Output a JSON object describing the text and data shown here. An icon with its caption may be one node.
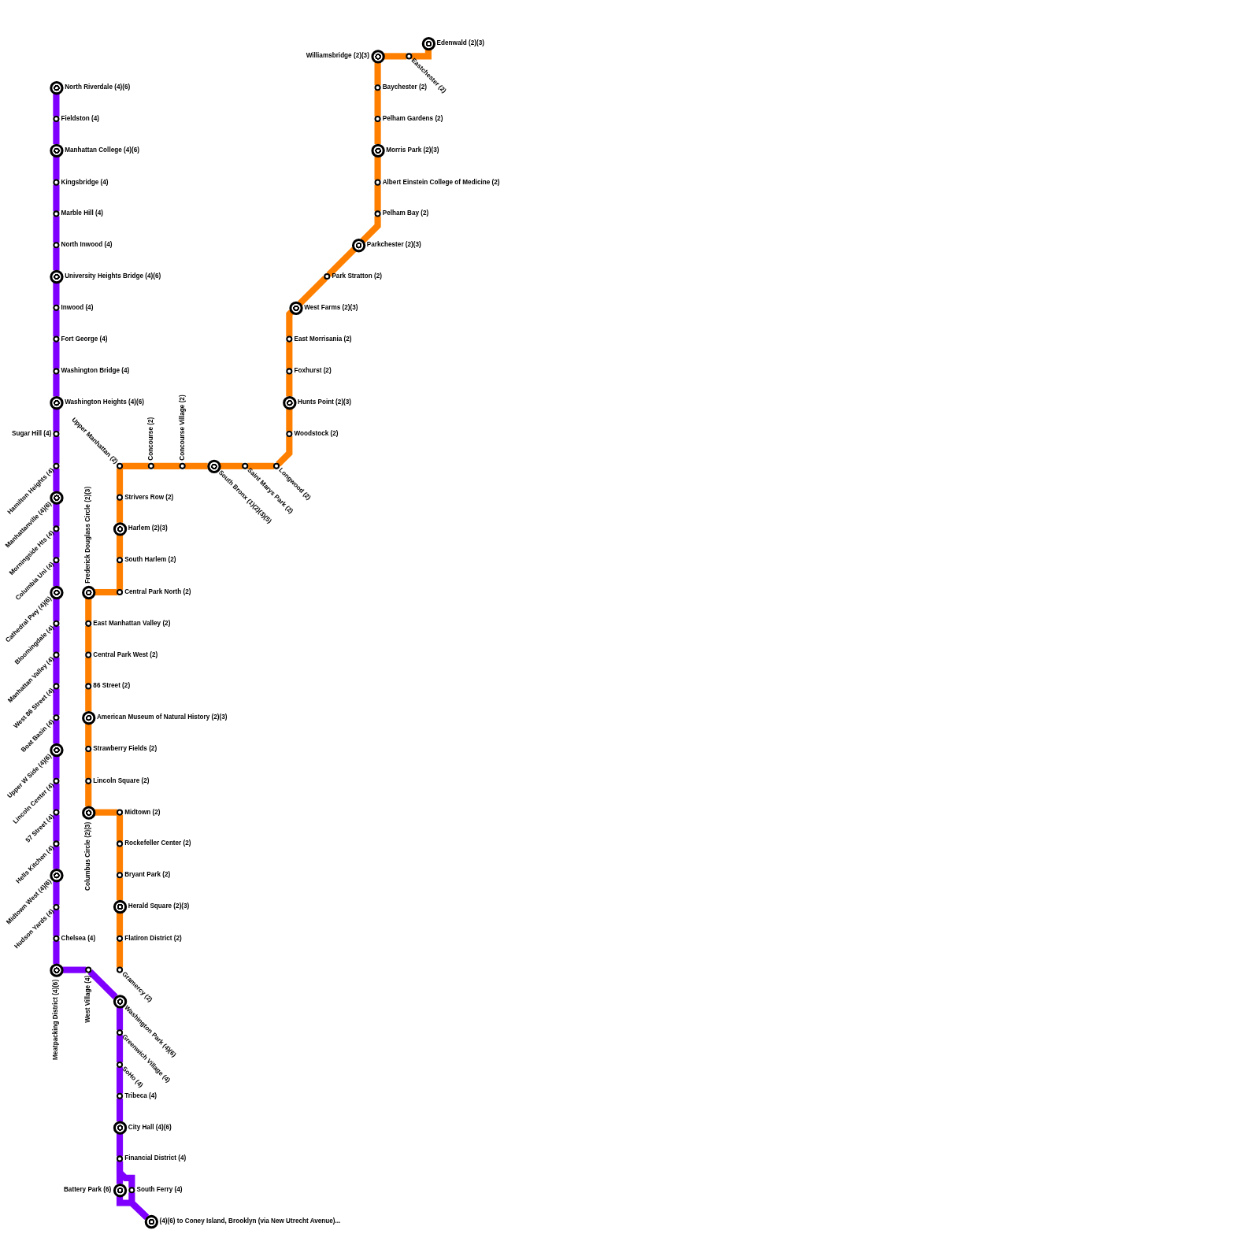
{
  "diagram": {
    "nodes": [
      {
        "text": [],
        "shape": "circle",
        "beside": [
          "North Riverdale (4)(6)"
        ]
      },
      {
        "text": [],
        "shape": "circle",
        "beside": [
          "Fieldston (4)"
        ]
      },
      {
        "text": [],
        "shape": "circle",
        "beside": [
          "Manhattan College (4)(6)"
        ]
      },
      {
        "text": [],
        "shape": "circle",
        "beside": [
          "Kingsbridge (4)"
        ]
      },
      {
        "text": [],
        "shape": "circle",
        "beside": [
          "Marble Hill (4)"
        ]
      },
      {
        "text": [],
        "shape": "circle",
        "beside": [
          "North Inwood (4)"
        ]
      },
      {
        "text": [],
        "shape": "circle",
        "beside": [
          "University Heights Bridge (4)(6)"
        ]
      },
      {
        "text": [],
        "shape": "circle",
        "beside": [
          "Inwood (4)"
        ]
      },
      {
        "text": [],
        "shape": "circle",
        "beside": [
          "Fort George (4)"
        ]
      },
      {
        "text": [],
        "shape": "circle",
        "beside": [
          "Washington Bridge (4)"
        ]
      },
      {
        "text": [],
        "shape": "circle",
        "beside": [
          "Washington Heights (4)(6)"
        ]
      },
      {
        "text": [],
        "shape": "circle",
        "beside": [
          "Sugar Hill (4)"
        ]
      },
      {
        "text": [],
        "shape": "circle",
        "beside": [
          "Hamilton Heights (4)"
        ]
      },
      {
        "text": [],
        "shape": "circle",
        "beside": [
          "Manhattanville (4)(6)"
        ]
      },
      {
        "text": [],
        "shape": "circle",
        "beside": [
          "Morningside Hts (4)"
        ]
      },
      {
        "text": [],
        "shape": "circle",
        "beside": [
          "Columbia Uni (4)"
        ]
      },
      {
        "text": [],
        "shape": "circle",
        "beside": [
          "Cathedral Pwy (4)(6)"
        ]
      },
      {
        "text": [],
        "shape": "circle",
        "beside": [
          "Bloomingdale (4)"
        ]
      },
      {
        "text": [],
        "shape": "circle",
        "beside": [
          "Manhattan Valley (4)"
        ]
      },
      {
        "text": [],
        "shape": "circle",
        "beside": [
          "West 86 Street (4)"
        ]
      },
      {
        "text": [],
        "shape": "circle",
        "beside": [
          "Boat Basin (4)"
        ]
      },
      {
        "text": [],
        "shape": "circle",
        "beside": [
          "Upper W Side (4)(6)"
        ]
      },
      {
        "text": [],
        "shape": "circle",
        "beside": [
          "Lincoln Center (4)"
        ]
      },
      {
        "text": [],
        "shape": "circle",
        "beside": [
          "57 Street (4)"
        ]
      },
      {
        "text": [],
        "shape": "circle",
        "beside": [
          "Hells Kitchen (4)"
        ]
      },
      {
        "text": [],
        "shape": "circle",
        "beside": [
          "Midtown West (4)(6)"
        ]
      },
      {
        "text": [],
        "shape": "circle",
        "beside": [
          "Hudson Yards (4)"
        ]
      },
      {
        "text": [],
        "shape": "circle",
        "beside": [
          "Chelsea (4)"
        ]
      },
      {
        "text": [],
        "shape": "circle",
        "beside": [
          "Meatpacking District (4)(6)"
        ]
      },
      {
        "text": [],
        "shape": "circle",
        "beside": [
          "West Village (4)"
        ]
      },
      {
        "text": [],
        "shape": "circle",
        "beside": [
          "Washington Park (4)(6)"
        ]
      },
      {
        "text": [],
        "shape": "circle",
        "beside": [
          "Greenwich Village (4)"
        ]
      },
      {
        "text": [],
        "shape": "circle",
        "beside": [
          "SoHo (4)"
        ]
      },
      {
        "text": [],
        "shape": "circle",
        "beside": [
          "Tribeca (4)"
        ]
      },
      {
        "text": [],
        "shape": "circle",
        "beside": [
          "City Hall (4)(6)"
        ]
      },
      {
        "text": [],
        "shape": "circle",
        "beside": [
          "Financial District (4)"
        ]
      },
      {
        "text": [],
        "shape": "circle",
        "beside": [
          "Battery Park (6)"
        ]
      },
      {
        "text": [],
        "shape": "circle",
        "beside": [
          "South Ferry (4)"
        ]
      },
      {
        "text": [],
        "shape": "circle",
        "beside": [
          "(4)(6) to Coney Island, Brooklyn (via New Utrecht Avenue)..."
        ]
      },
      {
        "text": [],
        "shape": "circle",
        "beside": [
          "Edenwald (2)(3)"
        ]
      },
      {
        "text": [],
        "shape": "circle",
        "beside": [
          "Eastchester (2)"
        ]
      },
      {
        "text": [],
        "shape": "circle",
        "beside": [
          "Williamsbridge (2)(3)"
        ]
      },
      {
        "text": [],
        "shape": "circle",
        "beside": [
          "Baychester (2)"
        ]
      },
      {
        "text": [],
        "shape": "circle",
        "beside": [
          "Pelham Gardens (2)"
        ]
      },
      {
        "text": [],
        "shape": "circle",
        "beside": [
          "Morris Park (2)(3)"
        ]
      },
      {
        "text": [],
        "shape": "circle",
        "beside": [
          "Albert Einstein College of Medicine (2)"
        ]
      },
      {
        "text": [],
        "shape": "circle",
        "beside": [
          "Pelham Bay (2)"
        ]
      },
      {
        "text": [],
        "shape": "circle",
        "beside": [
          "Parkchester (2)(3)"
        ]
      },
      {
        "text": [],
        "shape": "circle",
        "beside": [
          "Park Stratton (2)"
        ]
      },
      {
        "text": [],
        "shape": "circle",
        "beside": [
          "West Farms (2)(3)"
        ]
      },
      {
        "text": [],
        "shape": "circle",
        "beside": [
          "East Morrisania (2)"
        ]
      },
      {
        "text": [],
        "shape": "circle",
        "beside": [
          "Foxhurst (2)"
        ]
      },
      {
        "text": [],
        "shape": "circle",
        "beside": [
          "Hunts Point (2)(3)"
        ]
      },
      {
        "text": [],
        "shape": "circle",
        "beside": [
          "Woodstock (2)"
        ]
      },
      {
        "text": [],
        "shape": "circle",
        "beside": [
          "Longwood (2)"
        ]
      },
      {
        "text": [],
        "shape": "circle",
        "beside": [
          "Saint Marys Park (2)"
        ]
      },
      {
        "text": [],
        "shape": "circle",
        "beside": [
          "South Bronx (1)(2)(3)(5)"
        ]
      },
      {
        "text": [],
        "shape": "circle",
        "beside": [
          "Concourse Village (2)"
        ]
      },
      {
        "text": [],
        "shape": "circle",
        "beside": [
          "Concourse (2)"
        ]
      },
      {
        "text": [],
        "shape": "circle",
        "beside": [
          "Upper Manhattan (2)"
        ]
      },
      {
        "text": [],
        "shape": "circle",
        "beside": [
          "Strivers Row (2)"
        ]
      },
      {
        "text": [],
        "shape": "circle",
        "beside": [
          "Harlem (2)(3)"
        ]
      },
      {
        "text": [],
        "shape": "circle",
        "beside": [
          "South Harlem (2)"
        ]
      },
      {
        "text": [],
        "shape": "circle",
        "beside": [
          "Central Park North (2)"
        ]
      },
      {
        "text": [],
        "shape": "circle",
        "beside": [
          "Frederick Douglass Circle (2)(3)"
        ]
      },
      {
        "text": [],
        "shape": "circle",
        "beside": [
          "East Manhattan Valley (2)"
        ]
      },
      {
        "text": [],
        "shape": "circle",
        "beside": [
          "Central Park West (2)"
        ]
      },
      {
        "text": [],
        "shape": "circle",
        "beside": [
          "86 Street (2)"
        ]
      },
      {
        "text": [],
        "shape": "circle",
        "beside": [
          "American Museum of Natural History (2)(3)"
        ]
      },
      {
        "text": [],
        "shape": "circle",
        "beside": [
          "Strawberry Fields (2)"
        ]
      },
      {
        "text": [],
        "shape": "circle",
        "beside": [
          "Lincoln Square (2)"
        ]
      },
      {
        "text": [],
        "shape": "circle",
        "beside": [
          "Columbus Circle (2)(3)"
        ]
      },
      {
        "text": [],
        "shape": "circle",
        "beside": [
          "Midtown (2)"
        ]
      },
      {
        "text": [],
        "shape": "circle",
        "beside": [
          "Rockefeller Center (2)"
        ]
      },
      {
        "text": [],
        "shape": "circle",
        "beside": [
          "Bryant Park (2)"
        ]
      },
      {
        "text": [],
        "shape": "circle",
        "beside": [
          "Herald Square (2)(3)"
        ]
      },
      {
        "text": [],
        "shape": "circle",
        "beside": [
          "Flatiron District (2)"
        ]
      },
      {
        "text": [],
        "shape": "circle",
        "beside": [
          "Gramercy (2)"
        ]
      }
    ],
    "edges": [
      {
        "from": 0,
        "to": 1,
        "arrow": "none"
      },
      {
        "from": 1,
        "to": 2,
        "arrow": "none"
      },
      {
        "from": 2,
        "to": 3,
        "arrow": "none"
      },
      {
        "from": 3,
        "to": 4,
        "arrow": "none"
      },
      {
        "from": 4,
        "to": 5,
        "arrow": "none"
      },
      {
        "from": 5,
        "to": 6,
        "arrow": "none"
      },
      {
        "from": 6,
        "to": 7,
        "arrow": "none"
      },
      {
        "from": 7,
        "to": 8,
        "arrow": "none"
      },
      {
        "from": 8,
        "to": 9,
        "arrow": "none"
      },
      {
        "from": 9,
        "to": 10,
        "arrow": "none"
      },
      {
        "from": 10,
        "to": 11,
        "arrow": "none"
      },
      {
        "from": 11,
        "to": 12,
        "arrow": "none"
      },
      {
        "from": 12,
        "to": 13,
        "arrow": "none"
      },
      {
        "from": 13,
        "to": 14,
        "arrow": "none"
      },
      {
        "from": 14,
        "to": 15,
        "arrow": "none"
      },
      {
        "from": 15,
        "to": 16,
        "arrow": "none"
      },
      {
        "from": 16,
        "to": 17,
        "arrow": "none"
      },
      {
        "from": 17,
        "to": 18,
        "arrow": "none"
      },
      {
        "from": 18,
        "to": 19,
        "arrow": "none"
      },
      {
        "from": 19,
        "to": 20,
        "arrow": "none"
      },
      {
        "from": 20,
        "to": 21,
        "arrow": "none"
      },
      {
        "from": 21,
        "to": 22,
        "arrow": "none"
      },
      {
        "from": 22,
        "to": 23,
        "arrow": "none"
      },
      {
        "from": 23,
        "to": 24,
        "arrow": "none"
      },
      {
        "from": 24,
        "to": 25,
        "arrow": "none"
      },
      {
        "from": 25,
        "to": 26,
        "arrow": "none"
      },
      {
        "from": 26,
        "to": 27,
        "arrow": "none"
      },
      {
        "from": 27,
        "to": 28,
        "arrow": "none"
      },
      {
        "from": 28,
        "to": 29,
        "arrow": "none"
      },
      {
        "from": 29,
        "to": 30,
        "arrow": "none"
      },
      {
        "from": 30,
        "to": 31,
        "arrow": "none"
      },
      {
        "from": 31,
        "to": 32,
        "arrow": "none"
      },
      {
        "from": 32,
        "to": 33,
        "arrow": "none"
      },
      {
        "from": 33,
        "to": 34,
        "arrow": "none"
      },
      {
        "from": 34,
        "to": 35,
        "arrow": "none"
      },
      {
        "from": 35,
        "to": 36,
        "arrow": "none"
      },
      {
        "from": 35,
        "to": 37,
        "arrow": "none"
      },
      {
        "from": 36,
        "to": 38,
        "arrow": "none"
      },
      {
        "from": 37,
        "to": 38,
        "arrow": "none"
      },
      {
        "from": 39,
        "to": 40,
        "arrow": "none",
        "color": "#ff8000"
      },
      {
        "from": 40,
        "to": 41,
        "arrow": "none",
        "color": "#ff8000"
      },
      {
        "from": 41,
        "to": 42,
        "arrow": "none",
        "color": "#ff8000"
      },
      {
        "from": 42,
        "to": 43,
        "arrow": "none",
        "color": "#ff8000"
      },
      {
        "from": 43,
        "to": 44,
        "arrow": "none",
        "color": "#ff8000"
      },
      {
        "from": 44,
        "to": 45,
        "arrow": "none",
        "color": "#ff8000"
      },
      {
        "from": 45,
        "to": 46,
        "arrow": "none",
        "color": "#ff8000"
      },
      {
        "from": 46,
        "to": 47,
        "arrow": "none",
        "color": "#ff8000"
      },
      {
        "from": 47,
        "to": 48,
        "arrow": "none",
        "color": "#ff8000"
      },
      {
        "from": 48,
        "to": 49,
        "arrow": "none",
        "color": "#ff8000"
      },
      {
        "from": 49,
        "to": 50,
        "arrow": "none",
        "color": "#ff8000"
      },
      {
        "from": 50,
        "to": 51,
        "arrow": "none",
        "color": "#ff8000"
      },
      {
        "from": 51,
        "to": 52,
        "arrow": "none",
        "color": "#ff8000"
      },
      {
        "from": 52,
        "to": 53,
        "arrow": "none",
        "color": "#ff8000"
      },
      {
        "from": 53,
        "to": 54,
        "arrow": "none",
        "color": "#ff8000"
      },
      {
        "from": 54,
        "to": 55,
        "arrow": "none",
        "color": "#ff8000"
      },
      {
        "from": 55,
        "to": 56,
        "arrow": "none",
        "color": "#ff8000"
      },
      {
        "from": 56,
        "to": 57,
        "arrow": "none",
        "color": "#ff8000"
      },
      {
        "from": 57,
        "to": 58,
        "arrow": "none",
        "color": "#ff8000"
      },
      {
        "from": 58,
        "to": 59,
        "arrow": "none",
        "color": "#ff8000"
      },
      {
        "from": 59,
        "to": 60,
        "arrow": "none",
        "color": "#ff8000"
      },
      {
        "from": 60,
        "to": 61,
        "arrow": "none",
        "color": "#ff8000"
      },
      {
        "from": 61,
        "to": 62,
        "arrow": "none",
        "color": "#ff8000"
      },
      {
        "from": 62,
        "to": 63,
        "arrow": "none",
        "color": "#ff8000"
      },
      {
        "from": 63,
        "to": 64,
        "arrow": "none",
        "color": "#ff8000"
      },
      {
        "from": 64,
        "to": 65,
        "arrow": "none",
        "color": "#ff8000"
      },
      {
        "from": 65,
        "to": 66,
        "arrow": "none",
        "color": "#ff8000"
      },
      {
        "from": 66,
        "to": 67,
        "arrow": "none",
        "color": "#ff8000"
      },
      {
        "from": 67,
        "to": 68,
        "arrow": "none",
        "color": "#ff8000"
      },
      {
        "from": 68,
        "to": 69,
        "arrow": "none",
        "color": "#ff8000"
      },
      {
        "from": 69,
        "to": 70,
        "arrow": "none",
        "color": "#ff8000"
      },
      {
        "from": 70,
        "to": 71,
        "arrow": "none",
        "color": "#ff8000"
      },
      {
        "from": 71,
        "to": 72,
        "arrow": "none",
        "color": "#ff8000"
      },
      {
        "from": 72,
        "to": 73,
        "arrow": "none",
        "color": "#ff8000"
      },
      {
        "from": 73,
        "to": 74,
        "arrow": "none",
        "color": "#ff8000"
      },
      {
        "from": 74,
        "to": 75,
        "arrow": "none",
        "color": "#ff8000"
      },
      {
        "from": 75,
        "to": 76,
        "arrow": "none",
        "color": "#ff8000"
      },
      {
        "from": 76,
        "to": 77,
        "arrow": "none",
        "color": "#ff8000"
      }
    ]
  }
}
